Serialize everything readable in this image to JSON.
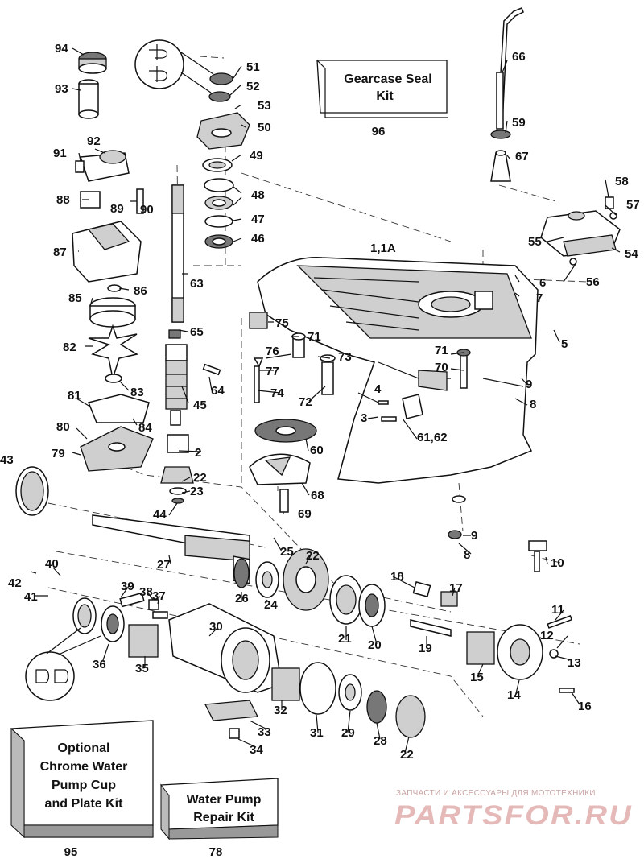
{
  "kits": {
    "seal_kit": {
      "line1": "Gearcase Seal",
      "line2": "Kit",
      "number": "96"
    },
    "chrome_kit": {
      "line1": "Optional",
      "line2": "Chrome Water",
      "line3": "Pump Cup",
      "line4": "and Plate Kit",
      "number": "95"
    },
    "pump_kit": {
      "line1": "Water Pump",
      "line2": "Repair Kit",
      "number": "78"
    }
  },
  "callouts": {
    "p94": "94",
    "p93": "93",
    "p51": "51",
    "p52": "52",
    "p53": "53",
    "p50": "50",
    "p49": "49",
    "p48": "48",
    "p47": "47",
    "p46": "46",
    "p66": "66",
    "p59": "59",
    "p67": "67",
    "p58": "58",
    "p57": "57",
    "p55": "55",
    "p54": "54",
    "p56": "56",
    "p91": "91",
    "p92": "92",
    "p88": "88",
    "p89": "89",
    "p90": "90",
    "p87": "87",
    "p86": "86",
    "p85": "85",
    "p63": "63",
    "p11a": "1,1A",
    "p6": "6",
    "p7": "7",
    "p5": "5",
    "p75": "75",
    "p71a": "71",
    "p76": "76",
    "p73": "73",
    "p77": "77",
    "p74": "74",
    "p72": "72",
    "p71b": "71",
    "p70": "70",
    "p9a": "9",
    "p8a": "8",
    "p65": "65",
    "p82": "82",
    "p83": "83",
    "p64": "64",
    "p45": "45",
    "p81": "81",
    "p84": "84",
    "p4": "4",
    "p3": "3",
    "p6162": "61,62",
    "p80": "80",
    "p60": "60",
    "p79": "79",
    "p2": "2",
    "p43": "43",
    "p22a": "22",
    "p23": "23",
    "p68": "68",
    "p44": "44",
    "p69": "69",
    "p9b": "9",
    "p8b": "8",
    "p27": "27",
    "p25": "25",
    "p22b": "22",
    "p10": "10",
    "p40": "40",
    "p42": "42",
    "p41": "41",
    "p39": "39",
    "p38": "38",
    "p37": "37",
    "p26": "26",
    "p24": "24",
    "p18": "18",
    "p17": "17",
    "p11": "11",
    "p30": "30",
    "p21": "21",
    "p20": "20",
    "p19": "19",
    "p12": "12",
    "p13": "13",
    "p36": "36",
    "p35": "35",
    "p15": "15",
    "p14": "14",
    "p16": "16",
    "p32": "32",
    "p33": "33",
    "p31": "31",
    "p29": "29",
    "p28": "28",
    "p22c": "22",
    "p34": "34"
  },
  "watermark": {
    "tagline": "ЗАПЧАСТИ И АКСЕССУАРЫ ДЛЯ МОТОТЕХНИКИ",
    "brand": "PARTSFOR.RU"
  }
}
